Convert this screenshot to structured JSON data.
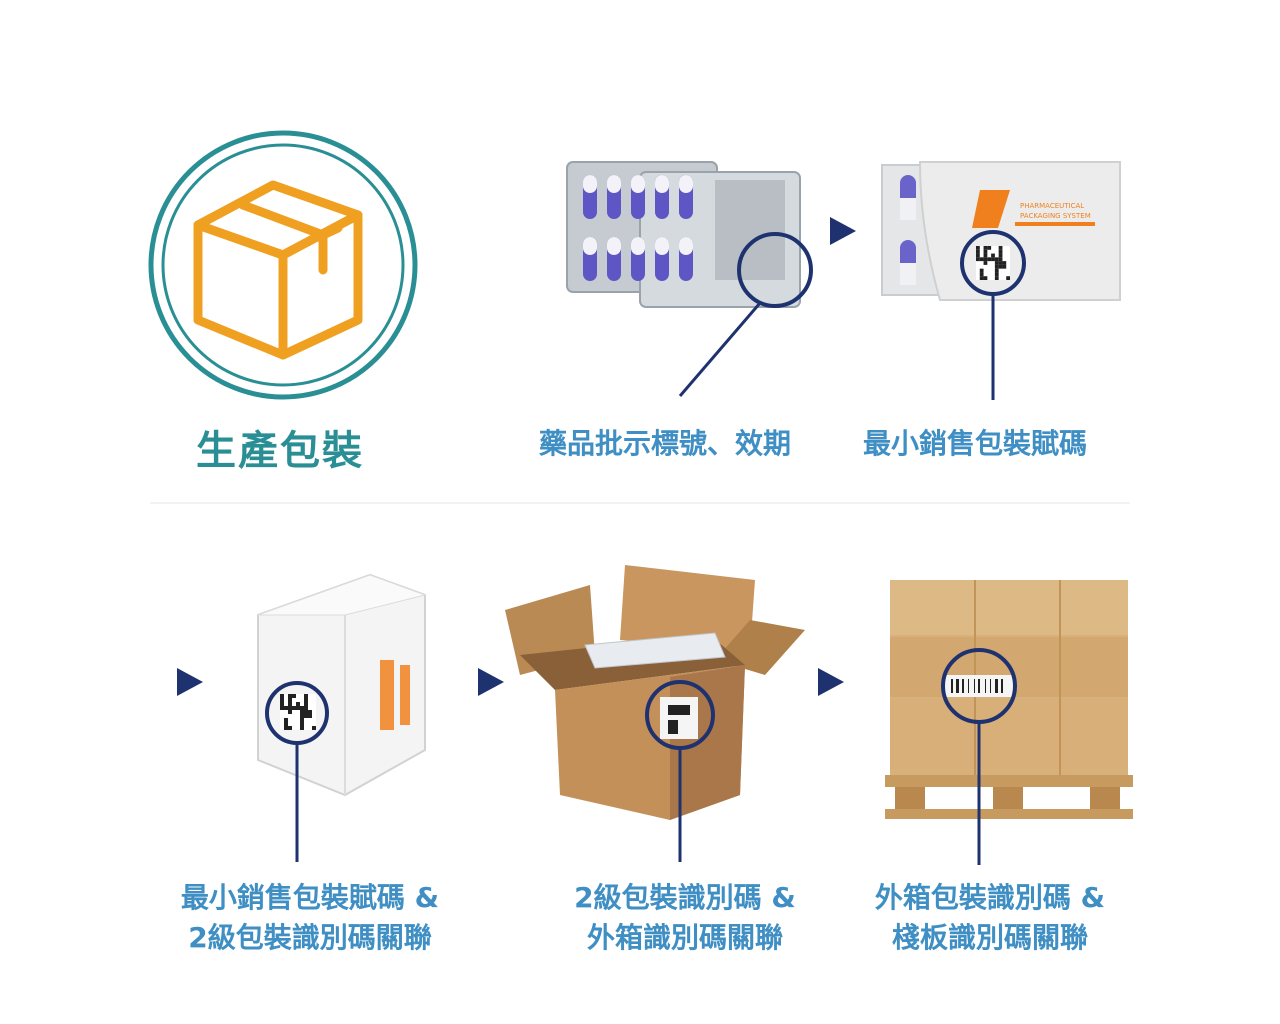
{
  "stage": {
    "title": "生產包裝",
    "icon": "box-icon"
  },
  "steps": [
    {
      "caption_lines": [
        "藥品批示標號、效期"
      ],
      "image": "blister-pack"
    },
    {
      "caption_lines": [
        "最小銷售包裝賦碼"
      ],
      "image": "medicine-box",
      "brand_text": [
        "PHARMACEUTICAL",
        "PACKAGING SYSTEM"
      ]
    },
    {
      "caption_lines": [
        "最小銷售包裝賦碼 &",
        "2級包裝識別碼關聯"
      ],
      "image": "shrink-wrapped-bundle"
    },
    {
      "caption_lines": [
        "2級包裝識別碼 &",
        "外箱識別碼關聯"
      ],
      "image": "open-carton"
    },
    {
      "caption_lines": [
        "外箱包裝識別碼 &",
        "棧板識別碼關聯"
      ],
      "image": "pallet"
    }
  ],
  "colors": {
    "teal": "#2a8f95",
    "orange": "#f0a020",
    "caption_blue": "#3f8fc4",
    "navy": "#1e3270"
  },
  "arrow_icon": "play-triangle-icon"
}
